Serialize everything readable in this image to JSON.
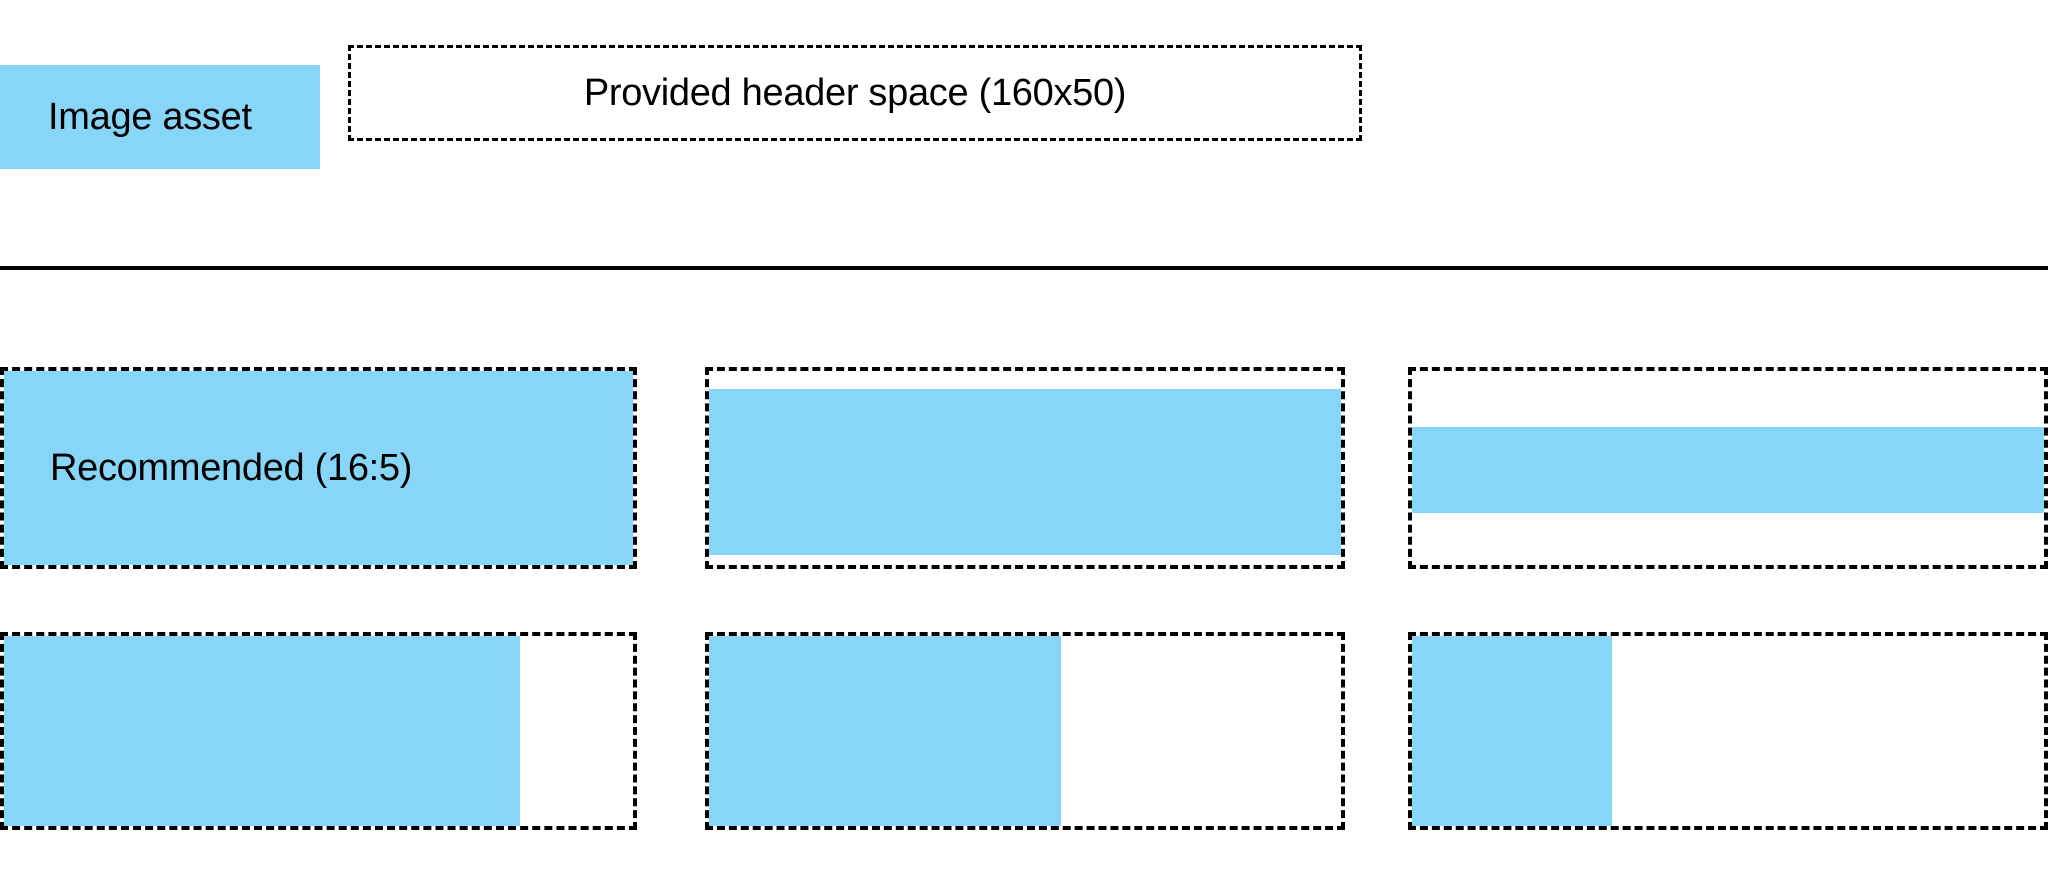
{
  "legend": {
    "swatch_label": "Image asset",
    "header_space_label": "Provided header space (160x50)"
  },
  "colors": {
    "asset_fill": "#87d6f7",
    "outline": "#000000",
    "background": "#ffffff"
  },
  "frames": {
    "row1": [
      {
        "name": "recommended-16-5",
        "caption": "Recommended (16:5)"
      },
      {
        "name": "shorter-asset",
        "caption": ""
      },
      {
        "name": "shortest-asset",
        "caption": ""
      }
    ],
    "row2": [
      {
        "name": "wide-partial-fill",
        "caption": ""
      },
      {
        "name": "medium-partial-fill",
        "caption": ""
      },
      {
        "name": "narrow-partial-fill",
        "caption": ""
      }
    ]
  }
}
